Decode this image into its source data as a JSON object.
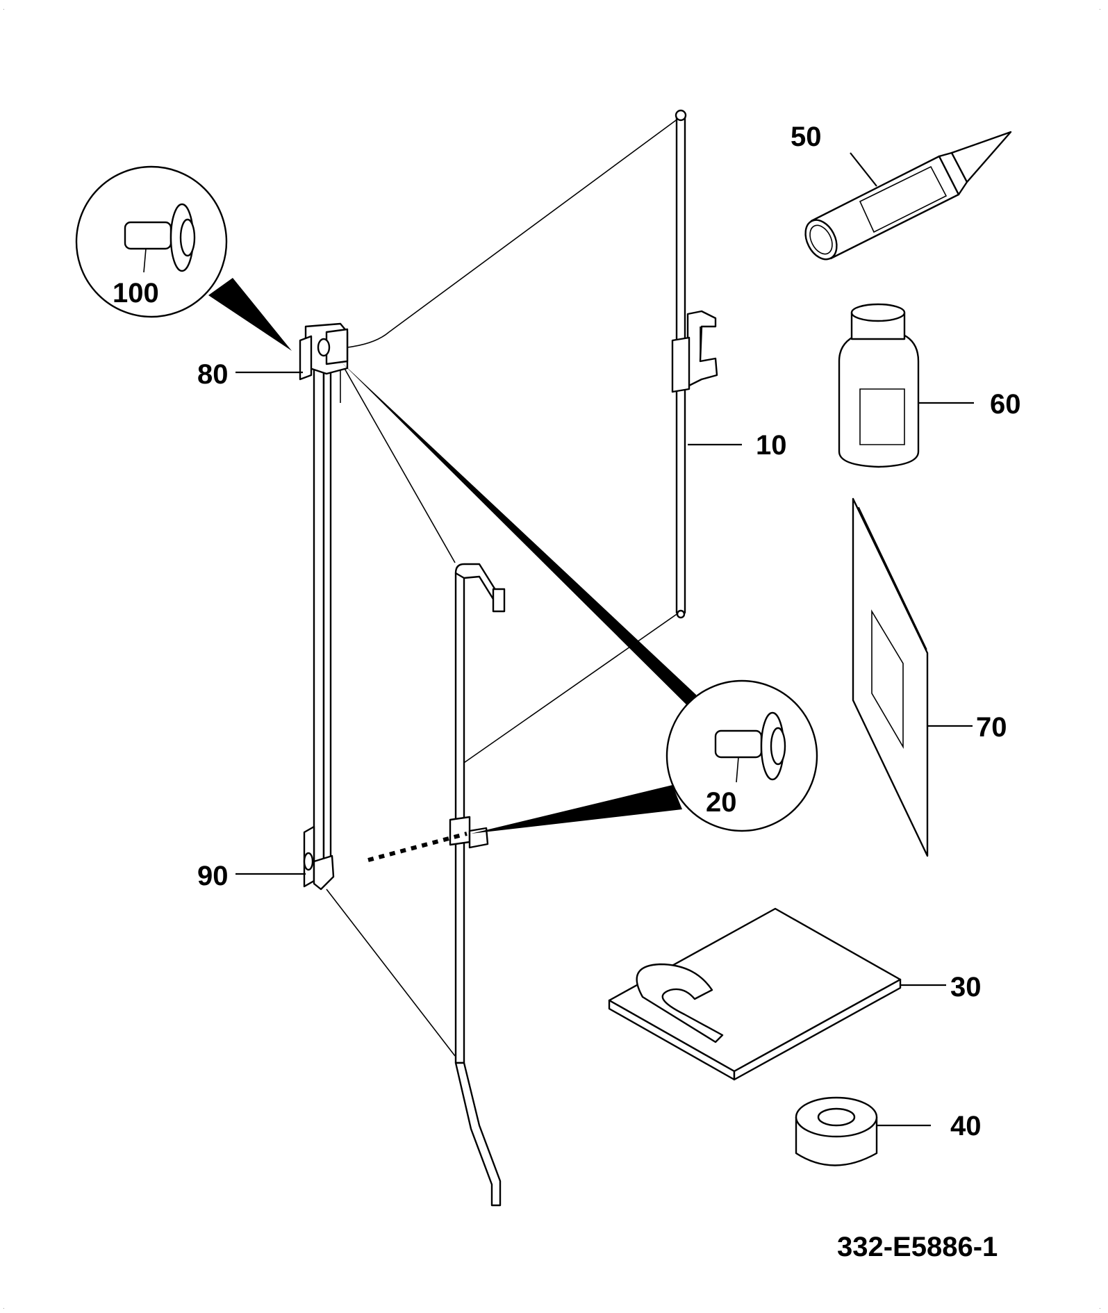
{
  "drawing_number": "332-E5886-1",
  "callouts": {
    "c10": "10",
    "c20": "20",
    "c30": "30",
    "c40": "40",
    "c50": "50",
    "c60": "60",
    "c70": "70",
    "c80": "80",
    "c90": "90",
    "c100": "100"
  }
}
